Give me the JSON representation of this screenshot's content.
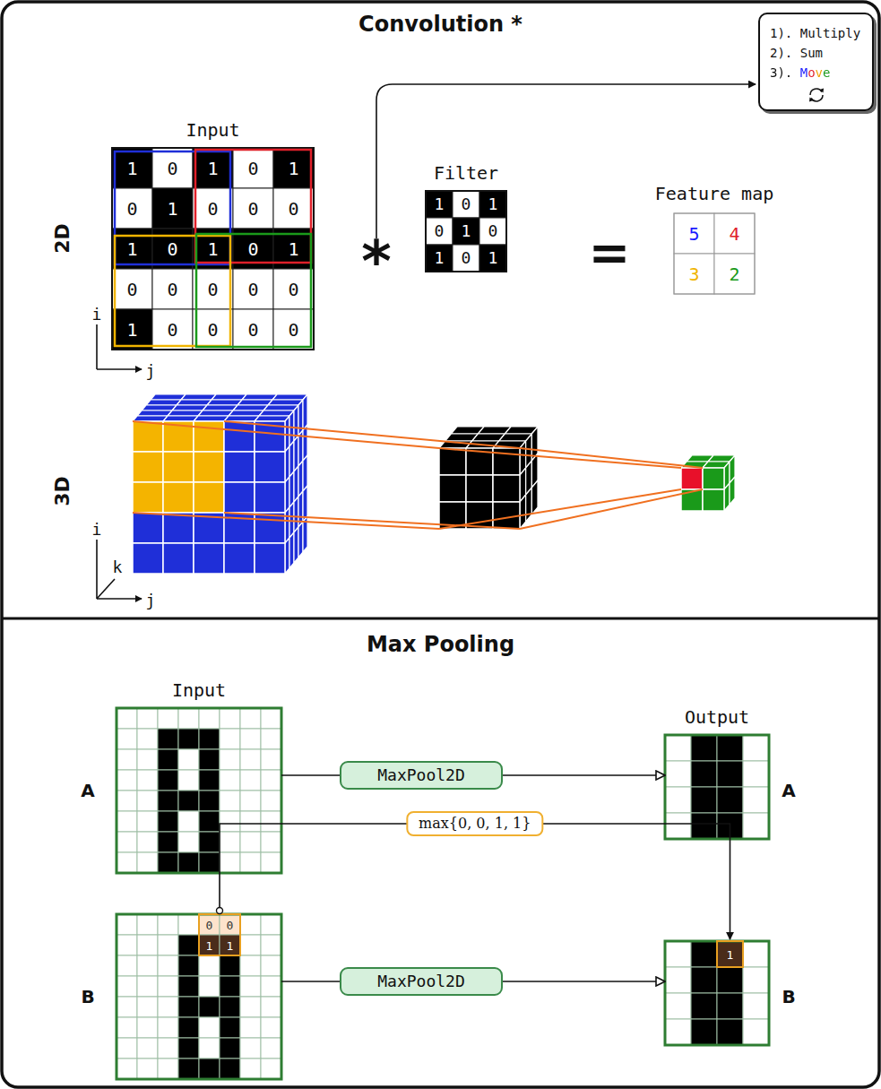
{
  "diagram": {
    "nodes": [
      {
        "text": [
          "Convolution *"
        ]
      },
      {
        "text": [
          "1). Multiply",
          "2). Sum",
          "3). Move"
        ],
        "in": 0
      },
      {
        "text": [
          "Input"
        ],
        "in": 0
      },
      {
        "text": [
          "Filter"
        ],
        "in": 0
      },
      {
        "text": [
          "Feature map"
        ],
        "in": 0
      },
      {
        "text": [
          "Max Pooling"
        ]
      },
      {
        "text": [
          "Input"
        ],
        "in": 5
      },
      {
        "text": [
          "MaxPool2D"
        ],
        "in": 5
      },
      {
        "text": [
          "Output"
        ],
        "in": 5
      },
      {
        "text": [
          "0",
          "0",
          "1",
          "1"
        ],
        "in": 5
      },
      {
        "text": [
          "MaxPool2D"
        ],
        "in": 5
      },
      {
        "text": [
          "1"
        ],
        "in": 5
      }
    ],
    "edges": [
      {
        "from": 6,
        "to": 7,
        "arrow": "none"
      },
      {
        "from": 7,
        "to": 8,
        "arrow": "to"
      },
      {
        "from": 9,
        "to": 10,
        "arrow": "none"
      },
      {
        "from": 10,
        "to": 11,
        "arrow": "to"
      },
      {
        "from": 9,
        "to": 11,
        "label": "max{0, 0, 1, 1}",
        "arrow": "to"
      }
    ],
    "labels": [
      "1",
      "0",
      "1",
      "0",
      "1",
      "0",
      "1",
      "0",
      "0",
      "0",
      "1",
      "0",
      "1",
      "0",
      "1",
      "0",
      "0",
      "0",
      "0",
      "0",
      "1",
      "0",
      "0",
      "0",
      "0",
      "1",
      "0",
      "1",
      "0",
      "1",
      "0",
      "1",
      "0",
      "1",
      "5",
      "4",
      "3",
      "2",
      "2D",
      "3D",
      "*",
      "=",
      "i",
      "j",
      "i",
      "k",
      "j",
      "A",
      "A",
      "B",
      "B"
    ]
  }
}
